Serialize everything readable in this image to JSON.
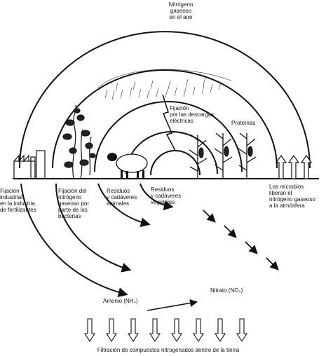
{
  "labels": {
    "air_nitrogen": "Nitrógeno\ngaseoso\nen el aire",
    "lightning_fixation": "Fijación\npor las descargas\neléctricas",
    "proteins": "Proteínas",
    "industrial_fixation": "Fijación\nindustrial\nen la industria\nde fertilizantes",
    "bacterial_fixation": "Fijación del\nnitrógeno\ngaseoso por\nparte de las\nbacterias",
    "animal_residues": "Residuos\ny cadáveres\nanimales",
    "plant_residues": "Residuos\ny cadáveres\nvegetales",
    "microbes_release": "Los microbios\nliberan el\nnitrógeno gaseoso\na la atmósfera",
    "ammonium": "Amonio (NH₄)",
    "nitrate": "Nitrato (NO₃)",
    "filtration": "Filtración de compuestos nitrogenados dentro de la tierra"
  },
  "colors": {
    "ink": "#111111",
    "background": "#ffffff"
  },
  "icons": [
    "factory-icon",
    "climbing-plant-icon",
    "sheep-icon",
    "corn-plant-icon",
    "cloud-icon",
    "lightning-bolt-icon",
    "up-arrow-icon",
    "down-arrow-icon"
  ]
}
